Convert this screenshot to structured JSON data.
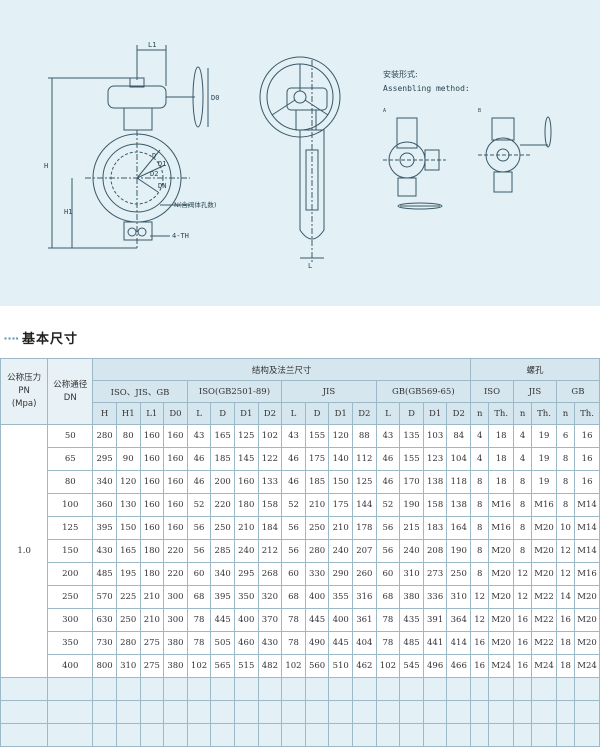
{
  "diagram": {
    "labels": {
      "L1": "L1",
      "D0": "D0",
      "H": "H",
      "H1": "H1",
      "D": "D",
      "D1": "D1",
      "D2": "D2",
      "DN": "DN",
      "N": "N(含阀体孔数)",
      "TH": "4-TH",
      "L": "L",
      "install_cn": "安装形式:",
      "install_en": "Assenbling method:",
      "A": "A",
      "B": "B"
    }
  },
  "section": {
    "title": "基本尺寸"
  },
  "table": {
    "header": {
      "pressure_cn": "公称压力",
      "pressure_pn": "PN",
      "pressure_unit": "(Mpa)",
      "dn_cn": "公称通径",
      "dn_code": "DN",
      "struct_title": "结构及法兰尺寸",
      "bolt_title": "螺孔",
      "group_iso_jis_gb": "ISO、JIS、GB",
      "group_iso2501": "ISO(GB2501-89)",
      "group_jis": "JIS",
      "group_gb569": "GB(GB569-65)",
      "bolt_iso": "ISO",
      "bolt_jis": "JIS",
      "bolt_gb": "GB",
      "cols": [
        "H",
        "H1",
        "L1",
        "D0",
        "L",
        "D",
        "D1",
        "D2",
        "L",
        "D",
        "D1",
        "D2",
        "L",
        "D",
        "D1",
        "D2",
        "n",
        "Th.",
        "n",
        "Th.",
        "n",
        "Th."
      ]
    },
    "pressure_value": "1.0",
    "rows": [
      {
        "dn": "50",
        "cells": [
          "280",
          "80",
          "160",
          "160",
          "43",
          "165",
          "125",
          "102",
          "43",
          "155",
          "120",
          "88",
          "43",
          "135",
          "103",
          "84",
          "4",
          "18",
          "4",
          "19",
          "6",
          "16"
        ]
      },
      {
        "dn": "65",
        "cells": [
          "295",
          "90",
          "160",
          "160",
          "46",
          "185",
          "145",
          "122",
          "46",
          "175",
          "140",
          "112",
          "46",
          "155",
          "123",
          "104",
          "4",
          "18",
          "4",
          "19",
          "8",
          "16"
        ]
      },
      {
        "dn": "80",
        "cells": [
          "340",
          "120",
          "160",
          "160",
          "46",
          "200",
          "160",
          "133",
          "46",
          "185",
          "150",
          "125",
          "46",
          "170",
          "138",
          "118",
          "8",
          "18",
          "8",
          "19",
          "8",
          "16"
        ]
      },
      {
        "dn": "100",
        "cells": [
          "360",
          "130",
          "160",
          "160",
          "52",
          "220",
          "180",
          "158",
          "52",
          "210",
          "175",
          "144",
          "52",
          "190",
          "158",
          "138",
          "8",
          "M16",
          "8",
          "M16",
          "8",
          "M14"
        ]
      },
      {
        "dn": "125",
        "cells": [
          "395",
          "150",
          "160",
          "160",
          "56",
          "250",
          "210",
          "184",
          "56",
          "250",
          "210",
          "178",
          "56",
          "215",
          "183",
          "164",
          "8",
          "M16",
          "8",
          "M20",
          "10",
          "M14"
        ]
      },
      {
        "dn": "150",
        "cells": [
          "430",
          "165",
          "180",
          "220",
          "56",
          "285",
          "240",
          "212",
          "56",
          "280",
          "240",
          "207",
          "56",
          "240",
          "208",
          "190",
          "8",
          "M20",
          "8",
          "M20",
          "12",
          "M14"
        ]
      },
      {
        "dn": "200",
        "cells": [
          "485",
          "195",
          "180",
          "220",
          "60",
          "340",
          "295",
          "268",
          "60",
          "330",
          "290",
          "260",
          "60",
          "310",
          "273",
          "250",
          "8",
          "M20",
          "12",
          "M20",
          "12",
          "M16"
        ]
      },
      {
        "dn": "250",
        "cells": [
          "570",
          "225",
          "210",
          "300",
          "68",
          "395",
          "350",
          "320",
          "68",
          "400",
          "355",
          "316",
          "68",
          "380",
          "336",
          "310",
          "12",
          "M20",
          "12",
          "M22",
          "14",
          "M20"
        ]
      },
      {
        "dn": "300",
        "cells": [
          "630",
          "250",
          "210",
          "300",
          "78",
          "445",
          "400",
          "370",
          "78",
          "445",
          "400",
          "361",
          "78",
          "435",
          "391",
          "364",
          "12",
          "M20",
          "16",
          "M22",
          "16",
          "M20"
        ]
      },
      {
        "dn": "350",
        "cells": [
          "730",
          "280",
          "275",
          "380",
          "78",
          "505",
          "460",
          "430",
          "78",
          "490",
          "445",
          "404",
          "78",
          "485",
          "441",
          "414",
          "16",
          "M20",
          "16",
          "M22",
          "18",
          "M20"
        ]
      },
      {
        "dn": "400",
        "cells": [
          "800",
          "310",
          "275",
          "380",
          "102",
          "565",
          "515",
          "482",
          "102",
          "560",
          "510",
          "462",
          "102",
          "545",
          "496",
          "466",
          "16",
          "M24",
          "16",
          "M24",
          "18",
          "M24"
        ]
      }
    ],
    "empty_rows": 3
  }
}
